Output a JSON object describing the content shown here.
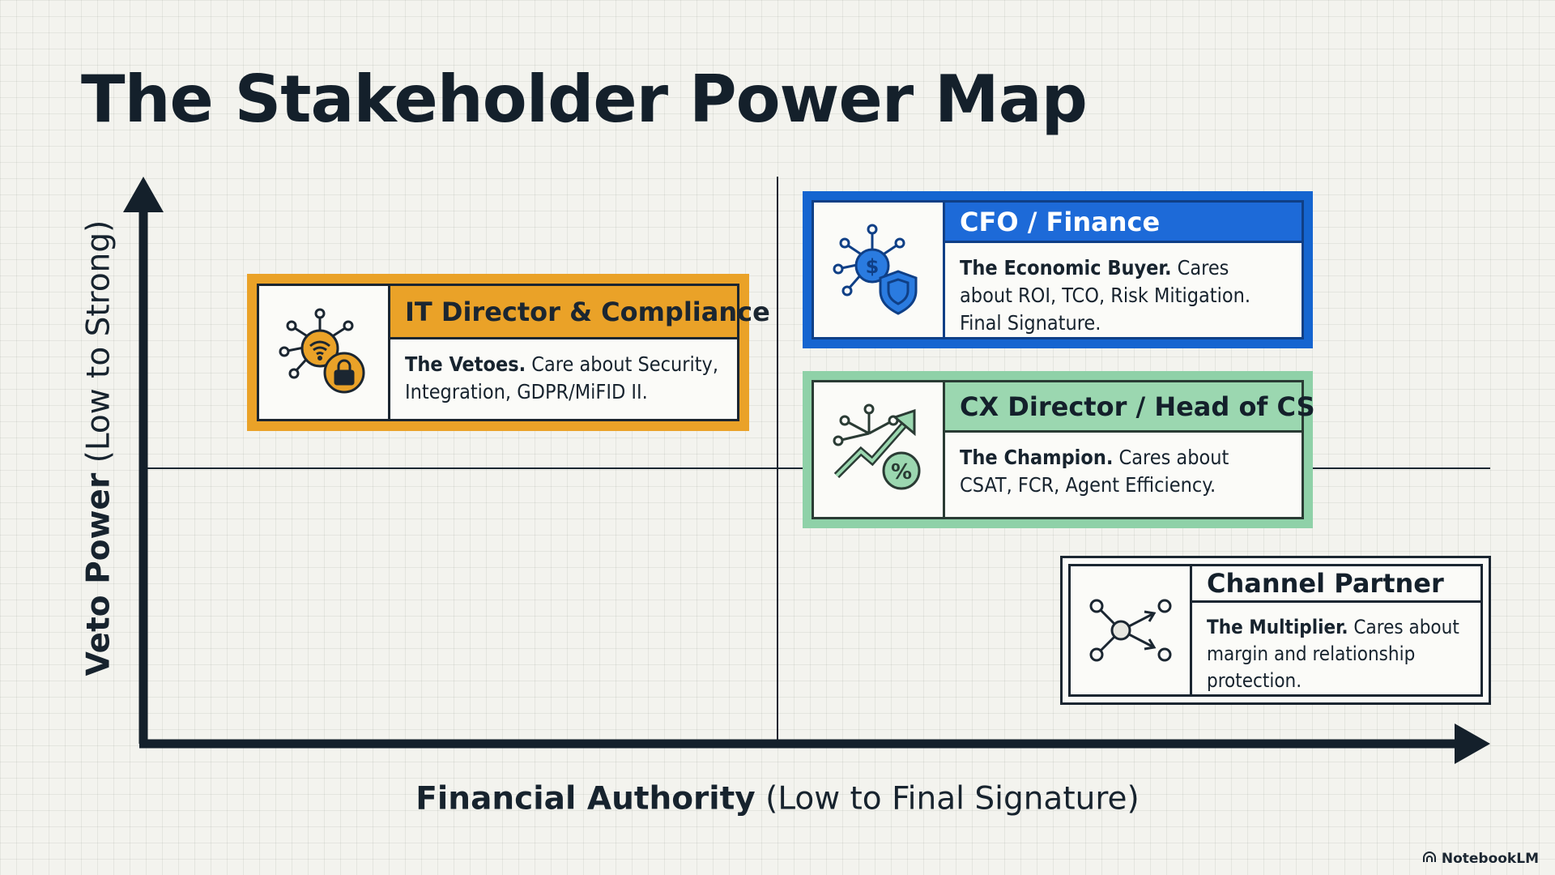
{
  "title": "The Stakeholder Power Map",
  "axes": {
    "y_label_bold": "Veto Power",
    "y_label_rest": " (Low to Strong)",
    "x_label_bold": "Financial Authority",
    "x_label_rest": " (Low to Final Signature)"
  },
  "stakeholders": [
    {
      "id": "it",
      "title": "IT Director & Compliance",
      "lead": "The Vetoes.",
      "text": " Care about Security, Integration, GDPR/MiFID II.",
      "icon": "network-wifi-lock-icon",
      "accent": "#eaa228"
    },
    {
      "id": "cfo",
      "title": "CFO / Finance",
      "lead": "The Economic Buyer.",
      "text": " Cares about ROI, TCO, Risk Mitigation. Final Signature.",
      "icon": "network-dollar-shield-icon",
      "accent": "#1565d0"
    },
    {
      "id": "cx",
      "title": "CX Director / Head of CS",
      "lead": "The Champion.",
      "text": " Cares about CSAT, FCR, Agent Efficiency.",
      "icon": "network-growth-percent-icon",
      "accent": "#8fd1a8"
    },
    {
      "id": "cp",
      "title": "Channel Partner",
      "lead": "The Multiplier.",
      "text": " Cares about margin and relationship protection.",
      "icon": "network-arrows-icon",
      "accent": "#1b2631"
    }
  ],
  "footer": {
    "brand": "NotebookLM",
    "icon": "notebooklm-logo-icon"
  }
}
